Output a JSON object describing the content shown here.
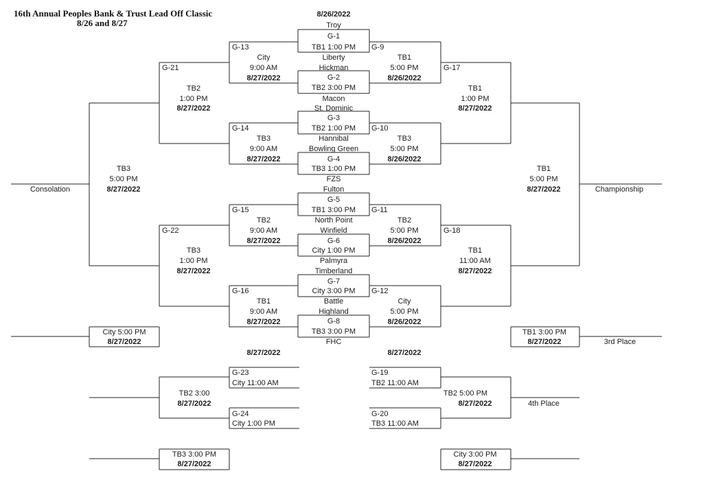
{
  "header": {
    "title_line1": "16th Annual Peoples Bank & Trust Lead Off Classic",
    "title_line2": "8/26 and 8/27",
    "top_date": "8/26/2022"
  },
  "teams": {
    "troy": "Troy",
    "liberty": "Liberty",
    "hickman": "Hickman",
    "macon": "Macon",
    "st_dominic": "St. Dominic",
    "hannibal": "Hannibal",
    "bowling_green": "Bowling Green",
    "fzs": "FZS",
    "fulton": "Fulton",
    "north_point": "North Point",
    "winfield": "Winfield",
    "palmyra": "Palmyra",
    "timberland": "Timberland",
    "battle": "Battle",
    "highland": "Highland",
    "fhc": "FHC"
  },
  "games": {
    "g1": {
      "label": "G-1",
      "info": "TB1 1:00 PM"
    },
    "g2": {
      "label": "G-2",
      "info": "TB2 3:00 PM"
    },
    "g3": {
      "label": "G-3",
      "info": "TB2  1:00 PM"
    },
    "g4": {
      "label": "G-4",
      "info": "TB3 1:00 PM"
    },
    "g5": {
      "label": "G-5",
      "info": "TB1 3:00 PM"
    },
    "g6": {
      "label": "G-6",
      "info": "City 1:00 PM"
    },
    "g7": {
      "label": "G-7",
      "info": "City 3:00 PM"
    },
    "g8": {
      "label": "G-8",
      "info": "TB3 3:00 PM"
    },
    "g9": {
      "label": "G-9",
      "field": "TB1",
      "time": "5:00 PM",
      "date": "8/26/2022"
    },
    "g10": {
      "label": "G-10",
      "field": "TB3",
      "time": "5:00 PM",
      "date": "8/26/2022"
    },
    "g11": {
      "label": "G-11",
      "field": "TB2",
      "time": "5:00 PM",
      "date": "8/26/2022"
    },
    "g12": {
      "label": "G-12",
      "field": "City",
      "time": "5:00 PM",
      "date": "8/26/2022"
    },
    "g13": {
      "label": "G-13",
      "field": "City",
      "time": "9:00 AM",
      "date": "8/27/2022"
    },
    "g14": {
      "label": "G-14",
      "field": "TB3",
      "time": "9:00 AM",
      "date": "8/27/2022"
    },
    "g15": {
      "label": "G-15",
      "field": "TB2",
      "time": "9:00 AM",
      "date": "8/27/2022"
    },
    "g16": {
      "label": "G-16",
      "field": "TB1",
      "time": "9:00 AM",
      "date": "8/27/2022"
    },
    "g17": {
      "label": "G-17",
      "field": "TB1",
      "time": "1:00 PM",
      "date": "8/27/2022"
    },
    "g18": {
      "label": "G-18",
      "field": "TB1",
      "time": "11:00 AM",
      "date": "8/27/2022"
    },
    "g21": {
      "label": "G-21",
      "field": "TB2",
      "time": "1:00 PM",
      "date": "8/27/2022"
    },
    "g22": {
      "label": "G-22",
      "field": "TB3",
      "time": "1:00 PM",
      "date": "8/27/2022"
    },
    "consolation_game": {
      "field": "TB3",
      "time": "5:00 PM",
      "date": "8/27/2022"
    },
    "championship_game": {
      "field": "TB1",
      "time": "5:00 PM",
      "date": "8/27/2022"
    },
    "g19": {
      "label": "G-19",
      "info": "TB2 11:00 AM"
    },
    "g20": {
      "label": "G-20",
      "info": "TB3 11:00 AM"
    },
    "g23": {
      "label": "G-23",
      "info": "City 11:00 AM"
    },
    "g24": {
      "label": "G-24",
      "info": "City 1:00 PM"
    }
  },
  "labels": {
    "consolation": "Consolation",
    "championship": "Championship",
    "third_place": "3rd Place",
    "fourth_place": "4th Place"
  },
  "bottom": {
    "date_left": "8/27/2022",
    "date_right": "8/27/2022",
    "left_place_info": "City 5:00 PM",
    "left_place_date": "8/27/2022",
    "third_place_info": "TB1 3:00 PM",
    "third_place_date": "8/27/2022",
    "left_mid_info": "TB2 3:00",
    "left_mid_date": "8/27/2022",
    "fourth_place_info": "TB2 5:00 PM",
    "fourth_place_date": "8/27/2022",
    "left_last_info": "TB3 3:00 PM",
    "left_last_date": "8/27/2022",
    "right_last_info": "City 3:00 PM",
    "right_last_date": "8/27/2022"
  }
}
